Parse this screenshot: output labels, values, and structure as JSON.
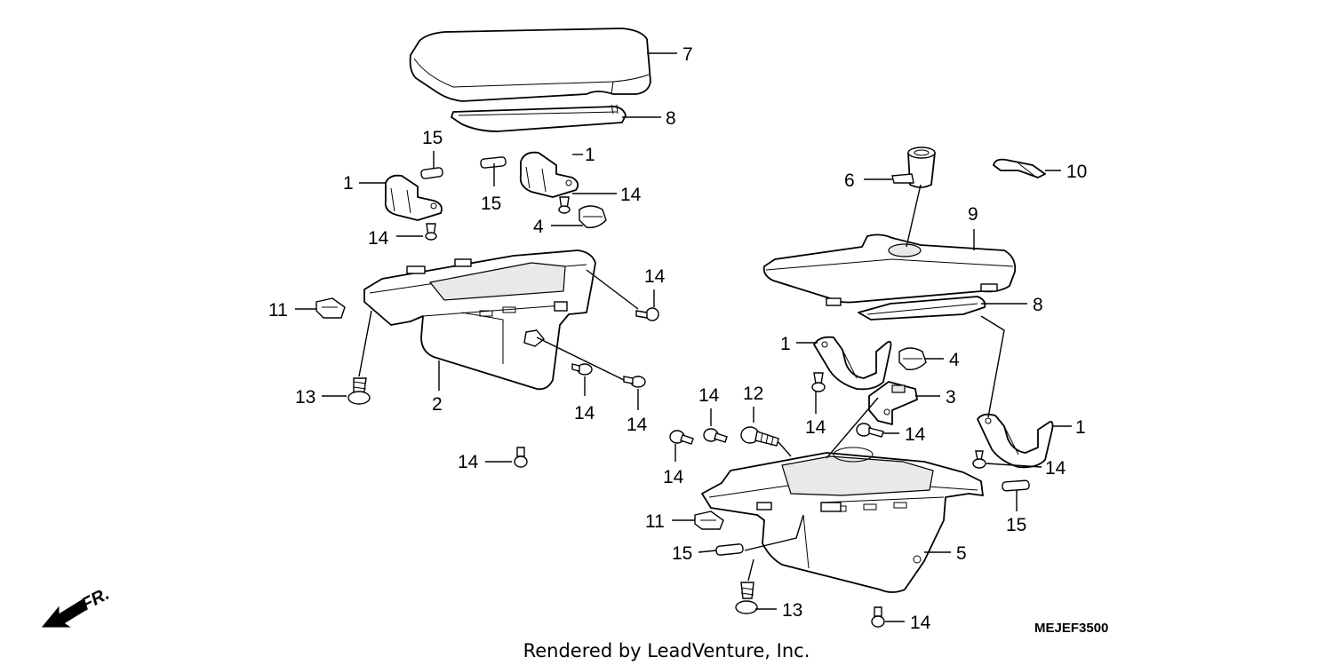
{
  "diagram": {
    "callouts": {
      "c7": "7",
      "c8a": "8",
      "c15a": "15",
      "c1a": "1",
      "c1b": "1",
      "c15b": "15",
      "c14a": "14",
      "c14b": "14",
      "c4a": "4",
      "c11a": "11",
      "c14c": "14",
      "c13a": "13",
      "c2": "2",
      "c14d": "14",
      "c14e": "14",
      "c14f": "14",
      "c6": "6",
      "c10": "10",
      "c9": "9",
      "c8b": "8",
      "c1c": "1",
      "c4b": "4",
      "c3": "3",
      "c14g": "14",
      "c12": "12",
      "c14h": "14",
      "c14i": "14",
      "c14j": "14",
      "c1d": "1",
      "c14k": "14",
      "c15c": "15",
      "c11b": "11",
      "c15d": "15",
      "c5": "5",
      "c13b": "13",
      "c14l": "14"
    },
    "diagram_code": "MEJEF3500",
    "direction_label": "FR.",
    "credit": "Rendered by LeadVenture, Inc."
  }
}
